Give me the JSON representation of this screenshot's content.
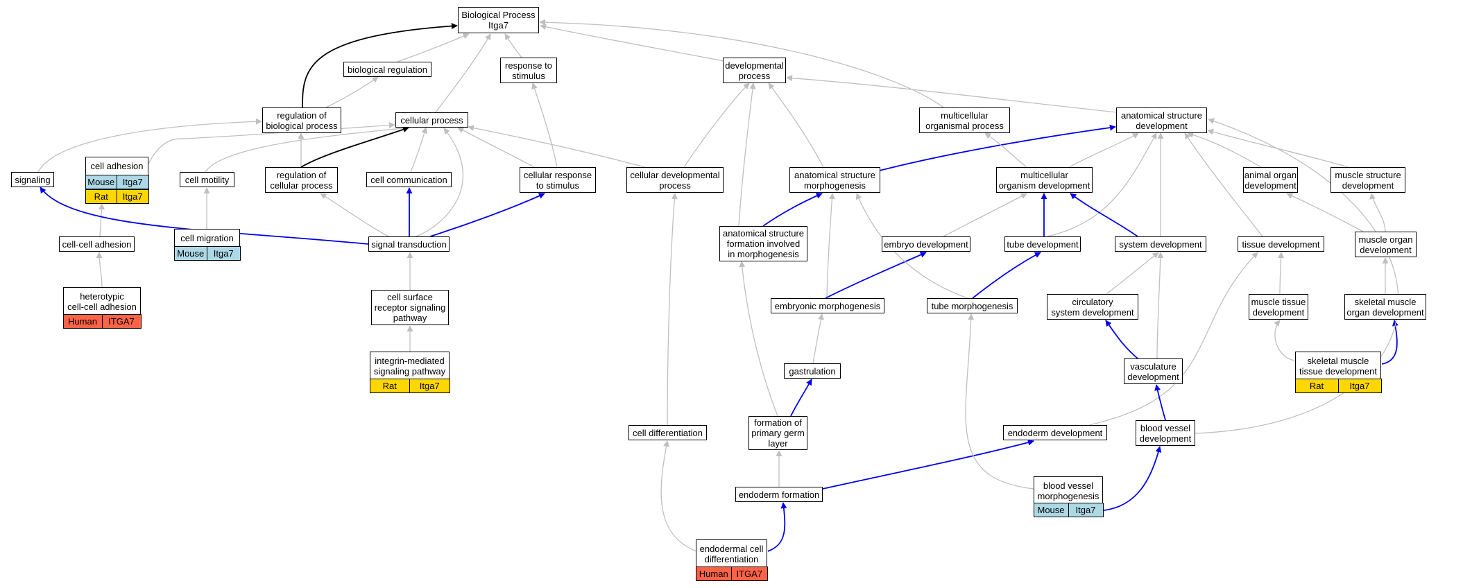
{
  "colors": {
    "is_a_edge": "#bfbfbf",
    "regulates_edge": "#000000",
    "part_of_edge": "#0000ee",
    "mouse": "#add8e6",
    "rat": "#ffd700",
    "human": "#ff6347"
  },
  "nodes": {
    "biological_process": {
      "label": "Biological Process\nItga7"
    },
    "biological_regulation": {
      "label": "biological regulation"
    },
    "response_to_stimulus": {
      "label": "response to\nstimulus"
    },
    "developmental_process": {
      "label": "developmental\nprocess"
    },
    "regulation_of_biological_process": {
      "label": "regulation of\nbiological process"
    },
    "cellular_process": {
      "label": "cellular process"
    },
    "multicellular_organismal_process": {
      "label": "multicellular\norganismal process"
    },
    "anatomical_structure_development": {
      "label": "anatomical structure\ndevelopment"
    },
    "signaling": {
      "label": "signaling"
    },
    "cell_adhesion": {
      "label": "cell adhesion",
      "tags": [
        "Mouse",
        "Itga7"
      ],
      "tags2": [
        "Rat",
        "Itga7"
      ]
    },
    "cell_motility": {
      "label": "cell motility"
    },
    "regulation_of_cellular_process": {
      "label": "regulation of\ncellular process"
    },
    "cell_communication": {
      "label": "cell communication"
    },
    "cellular_response_to_stimulus": {
      "label": "cellular response\nto stimulus"
    },
    "cellular_developmental_process": {
      "label": "cellular developmental\nprocess"
    },
    "anatomical_structure_morphogenesis": {
      "label": "anatomical structure\nmorphogenesis"
    },
    "multicellular_organism_development": {
      "label": "multicellular\norganism development"
    },
    "animal_organ_development": {
      "label": "animal organ\ndevelopment"
    },
    "muscle_structure_development": {
      "label": "muscle structure\ndevelopment"
    },
    "cell_cell_adhesion": {
      "label": "cell-cell adhesion"
    },
    "cell_migration": {
      "label": "cell migration",
      "tags": [
        "Mouse",
        "Itga7"
      ]
    },
    "signal_transduction": {
      "label": "signal transduction"
    },
    "anatomical_structure_formation": {
      "label": "anatomical structure\nformation involved\nin morphogenesis"
    },
    "embryo_development": {
      "label": "embryo development"
    },
    "tube_development": {
      "label": "tube development"
    },
    "system_development": {
      "label": "system development"
    },
    "tissue_development": {
      "label": "tissue development"
    },
    "muscle_organ_development": {
      "label": "muscle organ\ndevelopment"
    },
    "heterotypic_cell_cell_adhesion": {
      "label": "heterotypic\ncell-cell adhesion",
      "tags": [
        "Human",
        "ITGA7"
      ]
    },
    "cell_surface_receptor_signaling": {
      "label": "cell surface\nreceptor signaling\npathway"
    },
    "embryonic_morphogenesis": {
      "label": "embryonic morphogenesis"
    },
    "tube_morphogenesis": {
      "label": "tube morphogenesis"
    },
    "circulatory_system_development": {
      "label": "circulatory\nsystem development"
    },
    "muscle_tissue_development": {
      "label": "muscle tissue\ndevelopment"
    },
    "skeletal_muscle_organ_development": {
      "label": "skeletal muscle\norgan development"
    },
    "integrin_mediated_signaling": {
      "label": "integrin-mediated\nsignaling pathway",
      "tags": [
        "Rat",
        "Itga7"
      ]
    },
    "gastrulation": {
      "label": "gastrulation"
    },
    "vasculature_development": {
      "label": "vasculature\ndevelopment"
    },
    "skeletal_muscle_tissue_development": {
      "label": "skeletal muscle\ntissue development",
      "tags": [
        "Rat",
        "Itga7"
      ]
    },
    "cell_differentiation": {
      "label": "cell differentiation"
    },
    "formation_of_primary_germ_layer": {
      "label": "formation of\nprimary germ\nlayer"
    },
    "endoderm_development": {
      "label": "endoderm development"
    },
    "blood_vessel_development": {
      "label": "blood vessel\ndevelopment"
    },
    "endoderm_formation": {
      "label": "endoderm formation"
    },
    "blood_vessel_morphogenesis": {
      "label": "blood vessel\nmorphogenesis",
      "tags": [
        "Mouse",
        "Itga7"
      ]
    },
    "endodermal_cell_differentiation": {
      "label": "endodermal cell\ndifferentiation",
      "tags": [
        "Human",
        "ITGA7"
      ]
    }
  },
  "edges": [
    {
      "from": "biological_regulation",
      "to": "biological_process",
      "type": "is_a"
    },
    {
      "from": "response_to_stimulus",
      "to": "biological_process",
      "type": "is_a"
    },
    {
      "from": "developmental_process",
      "to": "biological_process",
      "type": "is_a"
    },
    {
      "from": "regulation_of_biological_process",
      "to": "biological_process",
      "type": "regulates"
    },
    {
      "from": "regulation_of_biological_process",
      "to": "biological_regulation",
      "type": "is_a"
    },
    {
      "from": "cellular_process",
      "to": "biological_process",
      "type": "is_a"
    },
    {
      "from": "multicellular_organismal_process",
      "to": "biological_process",
      "type": "is_a"
    },
    {
      "from": "anatomical_structure_development",
      "to": "developmental_process",
      "type": "is_a"
    },
    {
      "from": "signaling",
      "to": "regulation_of_biological_process",
      "type": "is_a"
    },
    {
      "from": "cell_adhesion",
      "to": "cellular_process",
      "type": "is_a"
    },
    {
      "from": "cell_motility",
      "to": "cellular_process",
      "type": "is_a"
    },
    {
      "from": "regulation_of_cellular_process",
      "to": "regulation_of_biological_process",
      "type": "is_a"
    },
    {
      "from": "regulation_of_cellular_process",
      "to": "cellular_process",
      "type": "regulates"
    },
    {
      "from": "cell_communication",
      "to": "cellular_process",
      "type": "is_a"
    },
    {
      "from": "cellular_response_to_stimulus",
      "to": "cellular_process",
      "type": "is_a"
    },
    {
      "from": "cellular_response_to_stimulus",
      "to": "response_to_stimulus",
      "type": "is_a"
    },
    {
      "from": "cellular_developmental_process",
      "to": "cellular_process",
      "type": "is_a"
    },
    {
      "from": "cellular_developmental_process",
      "to": "developmental_process",
      "type": "is_a"
    },
    {
      "from": "anatomical_structure_morphogenesis",
      "to": "developmental_process",
      "type": "is_a"
    },
    {
      "from": "anatomical_structure_morphogenesis",
      "to": "anatomical_structure_development",
      "type": "part_of"
    },
    {
      "from": "multicellular_organism_development",
      "to": "multicellular_organismal_process",
      "type": "is_a"
    },
    {
      "from": "multicellular_organism_development",
      "to": "anatomical_structure_development",
      "type": "is_a"
    },
    {
      "from": "animal_organ_development",
      "to": "anatomical_structure_development",
      "type": "is_a"
    },
    {
      "from": "muscle_structure_development",
      "to": "anatomical_structure_development",
      "type": "is_a"
    },
    {
      "from": "cell_cell_adhesion",
      "to": "cell_adhesion",
      "type": "is_a"
    },
    {
      "from": "cell_migration",
      "to": "cell_motility",
      "type": "is_a"
    },
    {
      "from": "signal_transduction",
      "to": "signaling",
      "type": "part_of"
    },
    {
      "from": "signal_transduction",
      "to": "regulation_of_cellular_process",
      "type": "is_a"
    },
    {
      "from": "signal_transduction",
      "to": "cell_communication",
      "type": "part_of"
    },
    {
      "from": "signal_transduction",
      "to": "cellular_response_to_stimulus",
      "type": "part_of"
    },
    {
      "from": "signal_transduction",
      "to": "cellular_process",
      "type": "is_a"
    },
    {
      "from": "anatomical_structure_formation",
      "to": "developmental_process",
      "type": "is_a"
    },
    {
      "from": "anatomical_structure_formation",
      "to": "anatomical_structure_morphogenesis",
      "type": "part_of"
    },
    {
      "from": "embryo_development",
      "to": "multicellular_organism_development",
      "type": "is_a"
    },
    {
      "from": "tube_development",
      "to": "multicellular_organism_development",
      "type": "part_of"
    },
    {
      "from": "tube_development",
      "to": "anatomical_structure_development",
      "type": "is_a"
    },
    {
      "from": "system_development",
      "to": "multicellular_organism_development",
      "type": "part_of"
    },
    {
      "from": "system_development",
      "to": "anatomical_structure_development",
      "type": "is_a"
    },
    {
      "from": "tissue_development",
      "to": "anatomical_structure_development",
      "type": "is_a"
    },
    {
      "from": "muscle_organ_development",
      "to": "animal_organ_development",
      "type": "is_a"
    },
    {
      "from": "muscle_organ_development",
      "to": "muscle_structure_development",
      "type": "is_a"
    },
    {
      "from": "heterotypic_cell_cell_adhesion",
      "to": "cell_cell_adhesion",
      "type": "is_a"
    },
    {
      "from": "cell_surface_receptor_signaling",
      "to": "signal_transduction",
      "type": "is_a"
    },
    {
      "from": "embryonic_morphogenesis",
      "to": "anatomical_structure_morphogenesis",
      "type": "is_a"
    },
    {
      "from": "embryonic_morphogenesis",
      "to": "embryo_development",
      "type": "part_of"
    },
    {
      "from": "tube_morphogenesis",
      "to": "anatomical_structure_morphogenesis",
      "type": "is_a"
    },
    {
      "from": "tube_morphogenesis",
      "to": "tube_development",
      "type": "part_of"
    },
    {
      "from": "circulatory_system_development",
      "to": "system_development",
      "type": "is_a"
    },
    {
      "from": "muscle_tissue_development",
      "to": "tissue_development",
      "type": "is_a"
    },
    {
      "from": "skeletal_muscle_organ_development",
      "to": "muscle_organ_development",
      "type": "is_a"
    },
    {
      "from": "integrin_mediated_signaling",
      "to": "cell_surface_receptor_signaling",
      "type": "is_a"
    },
    {
      "from": "gastrulation",
      "to": "embryonic_morphogenesis",
      "type": "is_a"
    },
    {
      "from": "vasculature_development",
      "to": "circulatory_system_development",
      "type": "part_of"
    },
    {
      "from": "vasculature_development",
      "to": "system_development",
      "type": "is_a"
    },
    {
      "from": "skeletal_muscle_tissue_development",
      "to": "muscle_tissue_development",
      "type": "is_a"
    },
    {
      "from": "skeletal_muscle_tissue_development",
      "to": "skeletal_muscle_organ_development",
      "type": "part_of"
    },
    {
      "from": "cell_differentiation",
      "to": "cellular_developmental_process",
      "type": "is_a"
    },
    {
      "from": "formation_of_primary_germ_layer",
      "to": "anatomical_structure_formation",
      "type": "is_a"
    },
    {
      "from": "formation_of_primary_germ_layer",
      "to": "gastrulation",
      "type": "part_of"
    },
    {
      "from": "endoderm_development",
      "to": "tissue_development",
      "type": "is_a"
    },
    {
      "from": "blood_vessel_development",
      "to": "vasculature_development",
      "type": "part_of"
    },
    {
      "from": "blood_vessel_development",
      "to": "anatomical_structure_development",
      "type": "is_a"
    },
    {
      "from": "endoderm_formation",
      "to": "formation_of_primary_germ_layer",
      "type": "is_a"
    },
    {
      "from": "endoderm_formation",
      "to": "endoderm_development",
      "type": "part_of"
    },
    {
      "from": "blood_vessel_morphogenesis",
      "to": "tube_morphogenesis",
      "type": "is_a"
    },
    {
      "from": "blood_vessel_morphogenesis",
      "to": "blood_vessel_development",
      "type": "part_of"
    },
    {
      "from": "endodermal_cell_differentiation",
      "to": "cell_differentiation",
      "type": "is_a"
    },
    {
      "from": "endodermal_cell_differentiation",
      "to": "endoderm_formation",
      "type": "part_of"
    }
  ]
}
